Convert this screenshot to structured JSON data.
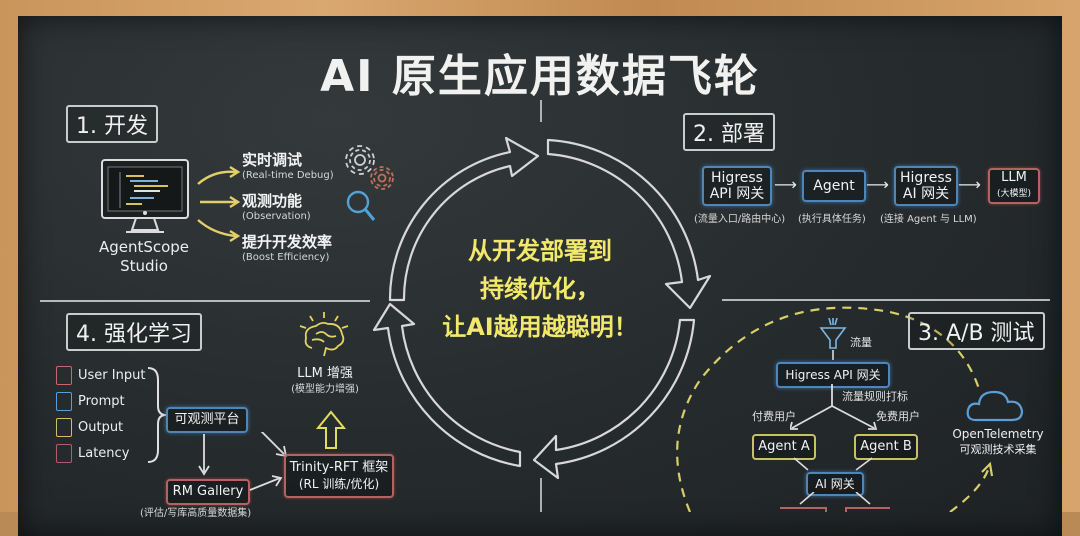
{
  "title": "AI 原生应用数据飞轮",
  "center": {
    "line1": "从开发部署到",
    "line2": "持续优化，",
    "line3": "让AI越用越聪明！"
  },
  "colors": {
    "chalkboard": "#262b2d",
    "frame": "#d2a06a",
    "chalk_white": "#eceeee",
    "accent_yellow": "#f2e86a",
    "box_blue": "#4f86b9",
    "box_red": "#b56262",
    "box_yellow": "#c9c06a"
  },
  "section1": {
    "label": "1. 开发",
    "tool_name_line1": "AgentScope",
    "tool_name_line2": "Studio",
    "items": [
      {
        "zh": "实时调试",
        "en": "(Real-time Debug)"
      },
      {
        "zh": "观测功能",
        "en": "(Observation)"
      },
      {
        "zh": "提升开发效率",
        "en": "(Boost Efficiency)"
      }
    ],
    "icons": [
      "monitor-icon",
      "gear-icon",
      "gear-icon",
      "magnifier-icon"
    ]
  },
  "section2": {
    "label": "2. 部署",
    "nodes": [
      {
        "line1": "Higress",
        "line2": "API 网关",
        "caption": "(流量入口/路由中心)"
      },
      {
        "line1": "Agent",
        "line2": "",
        "caption": "(执行具体任务)"
      },
      {
        "line1": "Higress",
        "line2": "AI 网关",
        "caption": "(连接 Agent 与 LLM)"
      },
      {
        "line1": "LLM",
        "line2": "(大模型)",
        "caption": ""
      }
    ]
  },
  "section3": {
    "label": "3. A/B 测试",
    "traffic_label": "流量",
    "gateway": "Higress API 网关",
    "rule_label": "流量规则打标",
    "paid_users": "付费用户",
    "free_users": "免费用户",
    "agent_a": "Agent A",
    "agent_b": "Agent B",
    "ai_gateway": "AI 网关",
    "telemetry_title": "OpenTelemetry",
    "telemetry_sub": "可观测技术采集"
  },
  "section4": {
    "label": "4. 强化学习",
    "inputs": [
      "User Input",
      "Prompt",
      "Output",
      "Latency"
    ],
    "platform": "可观测平台",
    "rm_gallery": "RM Gallery",
    "rm_caption": "(评估/写库高质量数据集)",
    "trinity_line1": "Trinity-RFT 框架",
    "trinity_line2": "(RL 训练/优化)",
    "llm_title": "LLM 增强",
    "llm_sub": "(模型能力增强)"
  }
}
